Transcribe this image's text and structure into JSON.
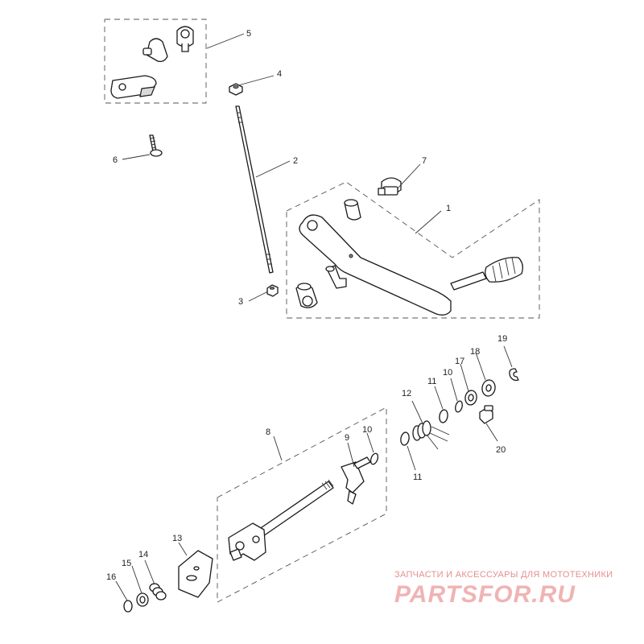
{
  "callouts": [
    "1",
    "2",
    "3",
    "4",
    "5",
    "6",
    "7",
    "8",
    "9",
    "10",
    "10",
    "11",
    "11",
    "12",
    "13",
    "14",
    "15",
    "16",
    "17",
    "18",
    "19",
    "20"
  ],
  "watermark": {
    "tagline": "ЗАПЧАСТИ И АКСЕССУАРЫ ДЛЯ МОТОТЕХНИКИ",
    "brand": "PARTSFOR.RU"
  },
  "colors": {
    "line": "#1a1a1a",
    "watermark": "#e58f91"
  }
}
